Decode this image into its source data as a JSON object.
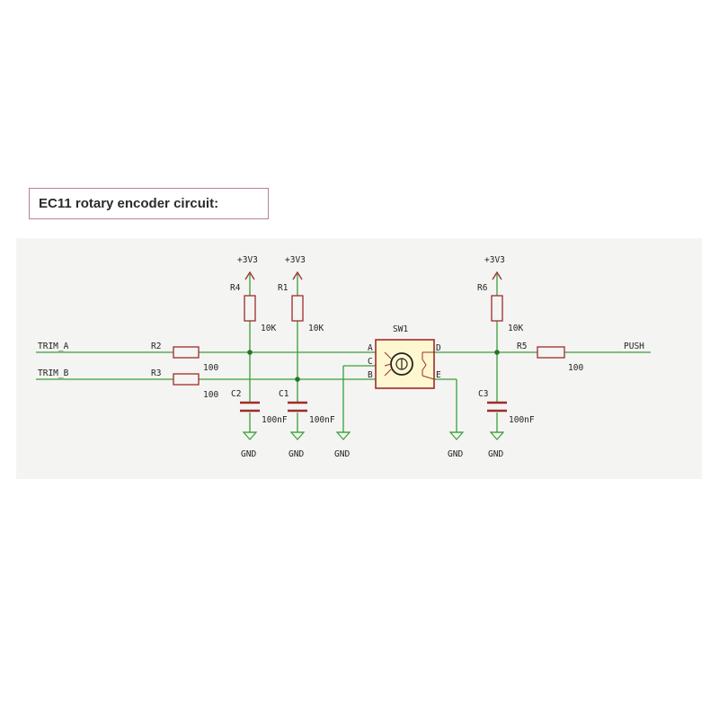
{
  "title": "EC11 rotary encoder circuit:",
  "nets": {
    "trim_a": "TRIM_A",
    "trim_b": "TRIM_B",
    "push": "PUSH",
    "power": "+3V3",
    "ground": "GND"
  },
  "components": {
    "R2": {
      "ref": "R2",
      "value": "100"
    },
    "R3": {
      "ref": "R3",
      "value": "100"
    },
    "R4": {
      "ref": "R4",
      "value": "10K"
    },
    "R1": {
      "ref": "R1",
      "value": "10K"
    },
    "R6": {
      "ref": "R6",
      "value": "10K"
    },
    "R5": {
      "ref": "R5",
      "value": "100"
    },
    "C2": {
      "ref": "C2",
      "value": "100nF"
    },
    "C1": {
      "ref": "C1",
      "value": "100nF"
    },
    "C3": {
      "ref": "C3",
      "value": "100nF"
    },
    "SW1": {
      "ref": "SW1",
      "pins": {
        "A": "A",
        "B": "B",
        "C": "C",
        "D": "D",
        "E": "E"
      }
    }
  },
  "colors": {
    "wire": "#3a9e3a",
    "resistor": "#9e2b2b",
    "capacitor": "#9e2b2b",
    "switch_body_fill": "#fff7cf",
    "junction": "#1e7a1e",
    "text": "#1f1f1f"
  }
}
